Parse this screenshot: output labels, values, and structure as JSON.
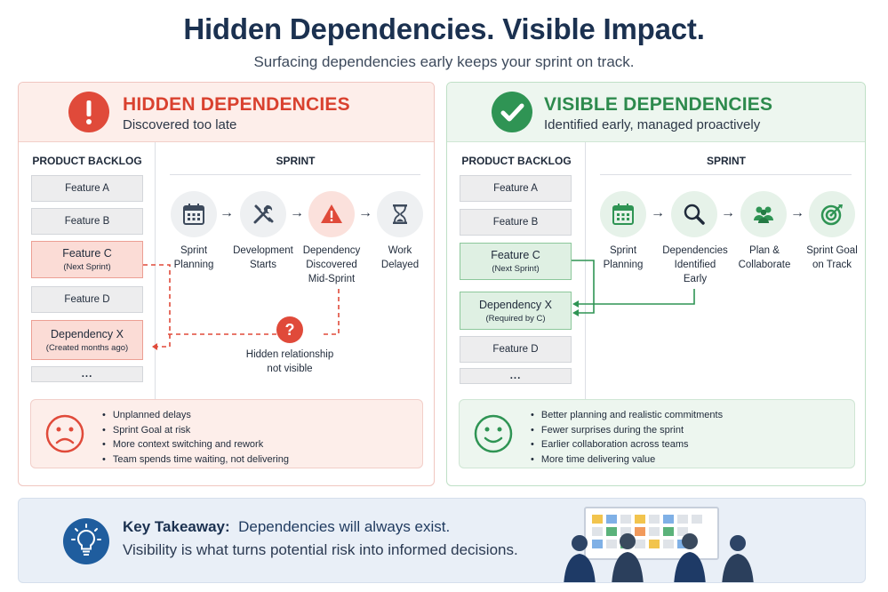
{
  "header": {
    "title": "Hidden Dependencies. Visible Impact.",
    "subtitle": "Surfacing dependencies early keeps your sprint on track."
  },
  "colors": {
    "red": "#e04a3a",
    "green": "#2f9454",
    "navy": "#1b3150",
    "blue": "#1f5d9e"
  },
  "hidden": {
    "icon": "exclamation-icon",
    "title": "HIDDEN DEPENDENCIES",
    "subtitle": "Discovered too late",
    "backlog_label": "PRODUCT BACKLOG",
    "sprint_label": "SPRINT",
    "backlog": [
      {
        "label": "Feature A",
        "note": ""
      },
      {
        "label": "Feature B",
        "note": ""
      },
      {
        "label": "Feature C",
        "note": "(Next Sprint)"
      },
      {
        "label": "Feature D",
        "note": ""
      },
      {
        "label": "Dependency X",
        "note": "(Created months ago)"
      },
      {
        "label": "...",
        "note": ""
      }
    ],
    "steps": [
      {
        "icon": "calendar-icon",
        "label_1": "Sprint",
        "label_2": "Planning",
        "label_3": ""
      },
      {
        "icon": "tools-icon",
        "label_1": "Development",
        "label_2": "Starts",
        "label_3": ""
      },
      {
        "icon": "warning-icon",
        "label_1": "Dependency",
        "label_2": "Discovered",
        "label_3": "Mid-Sprint"
      },
      {
        "icon": "hourglass-icon",
        "label_1": "Work",
        "label_2": "Delayed",
        "label_3": ""
      }
    ],
    "hidden_note_1": "Hidden relationship",
    "hidden_note_2": "not visible",
    "question_mark": "?",
    "outcomes": [
      "Unplanned delays",
      "Sprint Goal at risk",
      "More context switching and rework",
      "Team spends time waiting, not delivering"
    ],
    "face_icon": "sad-face-icon"
  },
  "visible": {
    "icon": "checkmark-icon",
    "title": "VISIBLE DEPENDENCIES",
    "subtitle": "Identified early, managed proactively",
    "backlog_label": "PRODUCT BACKLOG",
    "sprint_label": "SPRINT",
    "backlog": [
      {
        "label": "Feature A",
        "note": ""
      },
      {
        "label": "Feature B",
        "note": ""
      },
      {
        "label": "Feature C",
        "note": "(Next Sprint)"
      },
      {
        "label": "Dependency X",
        "note": "(Required by C)"
      },
      {
        "label": "Feature D",
        "note": ""
      },
      {
        "label": "...",
        "note": ""
      }
    ],
    "steps": [
      {
        "icon": "calendar-icon",
        "label_1": "Sprint",
        "label_2": "Planning",
        "label_3": ""
      },
      {
        "icon": "magnifier-icon",
        "label_1": "Dependencies",
        "label_2": "Identified",
        "label_3": "Early"
      },
      {
        "icon": "people-icon",
        "label_1": "Plan &",
        "label_2": "Collaborate",
        "label_3": ""
      },
      {
        "icon": "target-icon",
        "label_1": "Sprint Goal",
        "label_2": "on Track",
        "label_3": ""
      }
    ],
    "outcomes": [
      "Better planning and realistic commitments",
      "Fewer surprises during the sprint",
      "Earlier collaboration across teams",
      "More time delivering value"
    ],
    "face_icon": "smile-face-icon"
  },
  "takeaway": {
    "icon": "lightbulb-icon",
    "label": "Key Takeaway:",
    "line1": "Dependencies will always exist.",
    "line2": "Visibility is what turns potential risk into informed decisions."
  }
}
